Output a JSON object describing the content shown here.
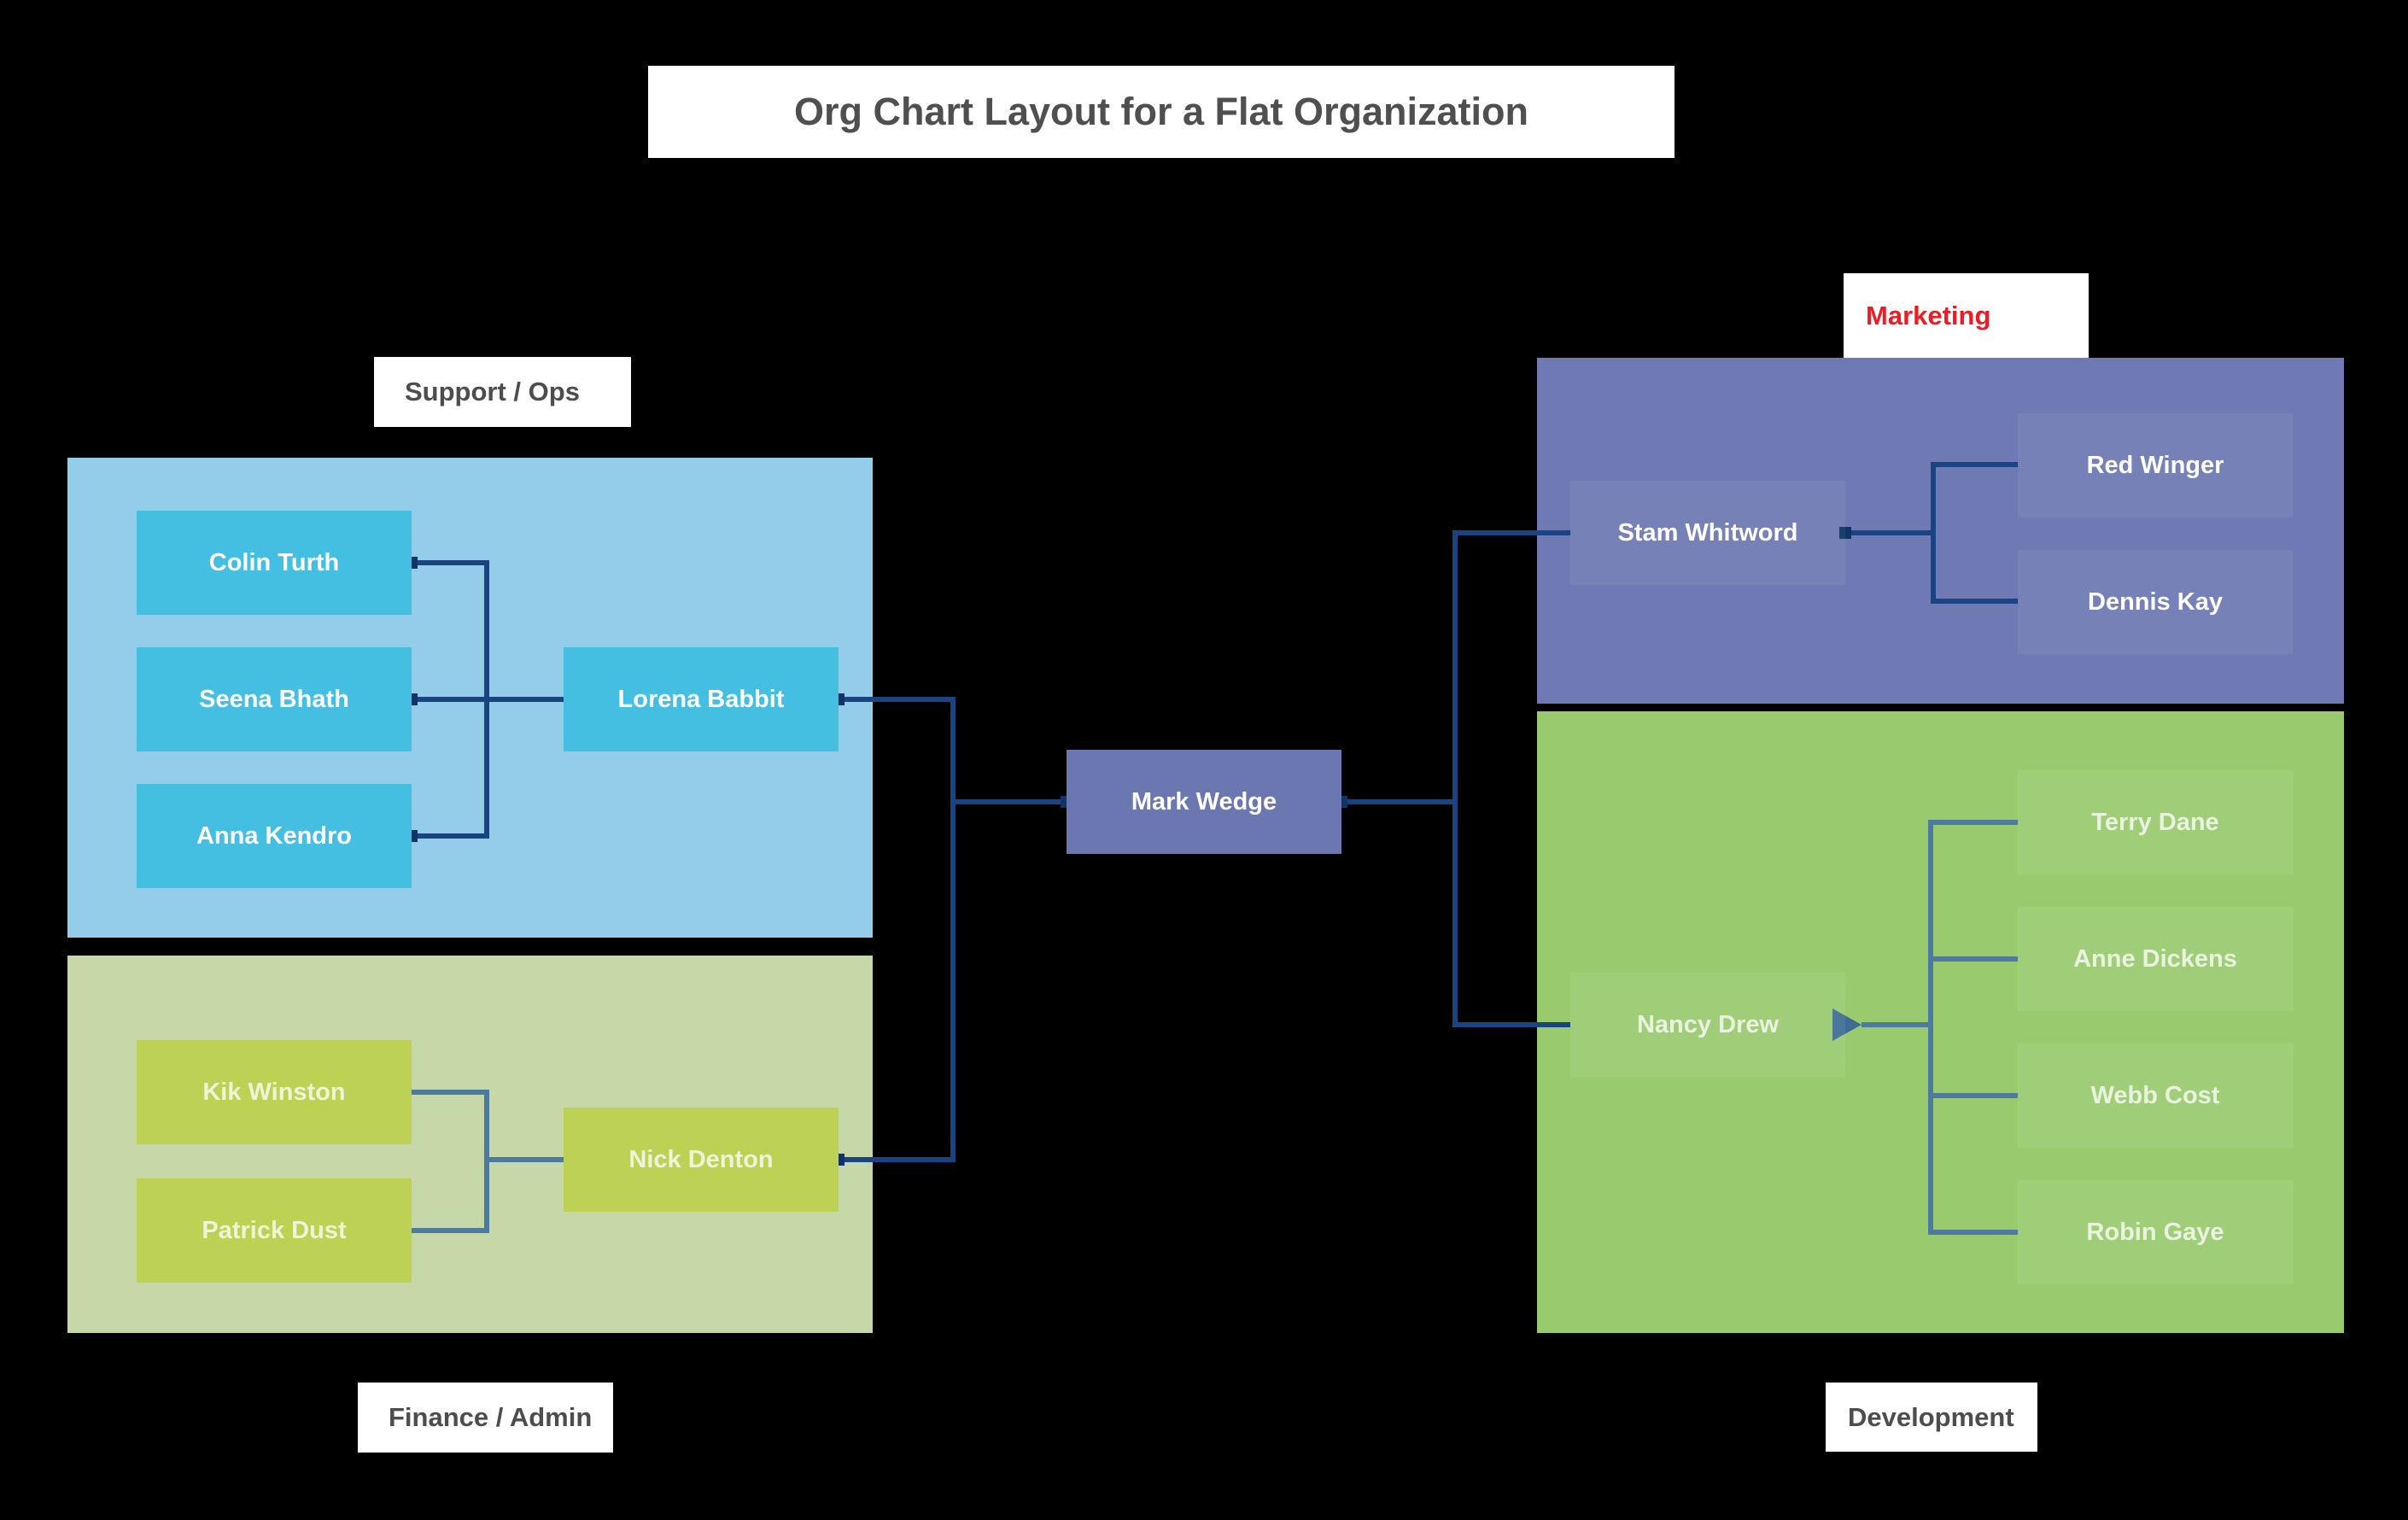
{
  "title": "Org Chart Layout for a Flat Organization",
  "executive": {
    "name": "Mark Wedge"
  },
  "sections": {
    "support": {
      "label": "Support / Ops",
      "lead": {
        "name": "Lorena Babbit"
      },
      "members": [
        {
          "name": "Colin Turth"
        },
        {
          "name": "Seena Bhath"
        },
        {
          "name": "Anna Kendro"
        }
      ]
    },
    "finance": {
      "label": "Finance / Admin",
      "lead": {
        "name": "Nick Denton"
      },
      "members": [
        {
          "name": "Kik Winston"
        },
        {
          "name": "Patrick Dust"
        }
      ]
    },
    "marketing": {
      "label": "Marketing",
      "label_color": "#ed1c24",
      "lead": {
        "name": "Stam Whitword"
      },
      "members": [
        {
          "name": "Red Winger"
        },
        {
          "name": "Dennis Kay"
        }
      ]
    },
    "development": {
      "label": "Development",
      "lead": {
        "name": "Nancy Drew"
      },
      "members": [
        {
          "name": "Terry Dane"
        },
        {
          "name": "Anne Dickens"
        },
        {
          "name": "Webb Cost"
        },
        {
          "name": "Robin Gaye"
        }
      ]
    }
  },
  "colors": {
    "background": "#000000",
    "navy_connector": "#1a4480",
    "steel_connector": "#4d7ba0",
    "support_container": "#93cde9",
    "support_box": "#44bfe1",
    "finance_container": "#c6d8a8",
    "finance_box": "#bdd255",
    "marketing_container": "#6f7ab4",
    "development_container": "#99ca6e",
    "executive_box": "#6b77b0",
    "marketing_label_text": "#ed1c24",
    "label_text": "#4d4d4d",
    "title_text": "#4f4f4f"
  }
}
